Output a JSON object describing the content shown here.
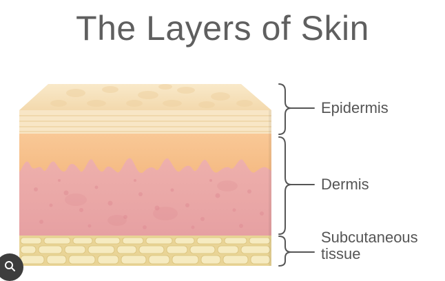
{
  "title": "The Layers of Skin",
  "layers": [
    {
      "label": "Epidermis"
    },
    {
      "label": "Dermis"
    },
    {
      "label": "Subcutaneous",
      "label_line2": "tissue"
    }
  ],
  "icons": {
    "corner": "lens-search-icon"
  },
  "colors": {
    "title": "#5f5f5f",
    "epidermis_top": "#f6e2bd",
    "epidermis_front": "#f7e3c0",
    "dermis_upper": "#f6c390",
    "dermis_lower": "#e9a5a5",
    "subcutaneous": "#f0e1a6",
    "bracket": "#555555"
  }
}
